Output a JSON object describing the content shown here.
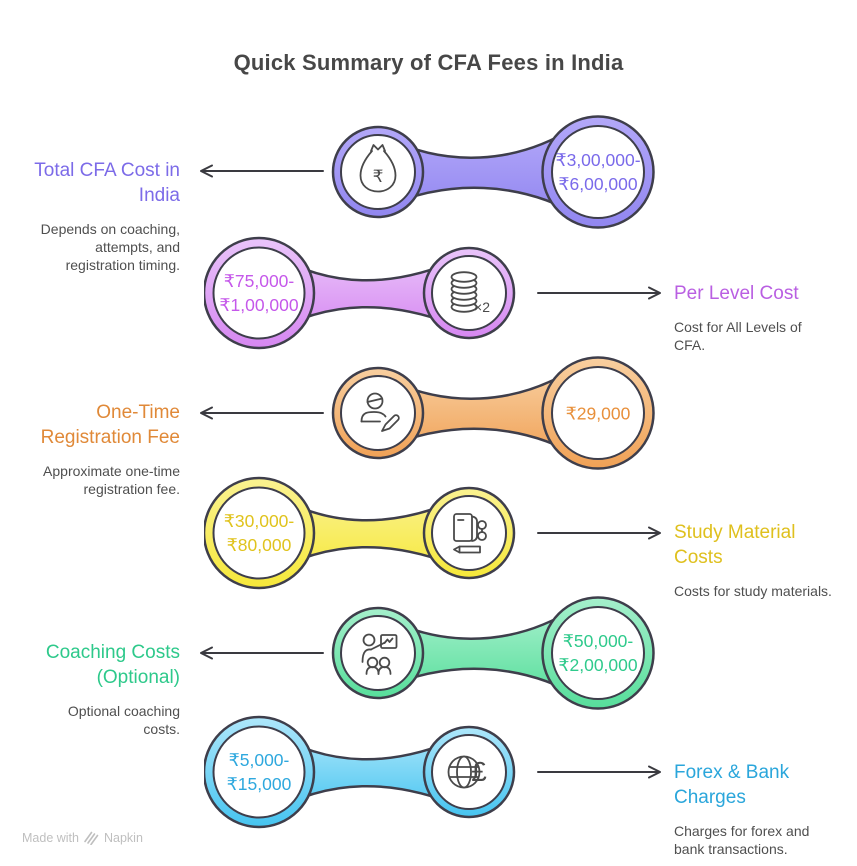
{
  "title": "Quick Summary of CFA Fees in India",
  "theme": {
    "background": "#FFFFFF",
    "title": "#474747",
    "desc": "#4F4F4F",
    "stroke": "#3E3E4B",
    "ink": "#4A4A4A",
    "arrow": "#3A3A40",
    "watermark": "#BFBFBF"
  },
  "icon_texts": {
    "rupee": "₹",
    "coins_multiplier": "×2",
    "pound": "£"
  },
  "rows": [
    {
      "label": "Total CFA Cost in India",
      "description": "Depends on coaching, attempts, and registration timing.",
      "value": [
        "₹3,00,000-",
        "₹6,00,000"
      ],
      "icon": "money-bag-icon",
      "label_side": "left",
      "colors": {
        "light": "#B3A8F9",
        "main": "#9186F0",
        "value": "#7A6AEA",
        "label": "#7C6BE8"
      }
    },
    {
      "label": "Per Level Cost",
      "description": "Cost for All Levels of CFA.",
      "value": [
        "₹75,000-",
        "₹1,00,000"
      ],
      "icon": "coins-x2-icon",
      "label_side": "right",
      "colors": {
        "light": "#E9C4FA",
        "main": "#D687F1",
        "value": "#C558EA",
        "label": "#B95FE2"
      }
    },
    {
      "label": "One-Time Registration Fee",
      "description": "Approximate one-time registration fee.",
      "value": [
        "₹29,000"
      ],
      "icon": "person-pencil-icon",
      "label_side": "left",
      "colors": {
        "light": "#F8CFA0",
        "main": "#F0A156",
        "value": "#E8903B",
        "label": "#E08938"
      }
    },
    {
      "label": "Study Material Costs",
      "description": "Costs for study materials.",
      "value": [
        "₹30,000-",
        "₹80,000"
      ],
      "icon": "study-material-icon",
      "label_side": "right",
      "colors": {
        "light": "#FAF291",
        "main": "#F6E83A",
        "value": "#E0C31D",
        "label": "#DFC01E"
      }
    },
    {
      "label": "Coaching Costs (Optional)",
      "description": "Optional coaching costs.",
      "value": [
        "₹50,000-",
        "₹2,00,000"
      ],
      "icon": "coaching-icon",
      "label_side": "left",
      "colors": {
        "light": "#A5F0CC",
        "main": "#57DE9B",
        "value": "#2FCA8C",
        "label": "#2EC98B"
      }
    },
    {
      "label": "Forex & Bank Charges",
      "description": "Charges for forex and bank transactions.",
      "value": [
        "₹5,000-",
        "₹15,000"
      ],
      "icon": "globe-pound-icon",
      "label_side": "right",
      "colors": {
        "light": "#AEE7FB",
        "main": "#46C4F0",
        "value": "#2EA8DE",
        "label": "#2AA6DB"
      }
    }
  ],
  "watermark": {
    "text": "Made with",
    "brand": "Napkin"
  }
}
